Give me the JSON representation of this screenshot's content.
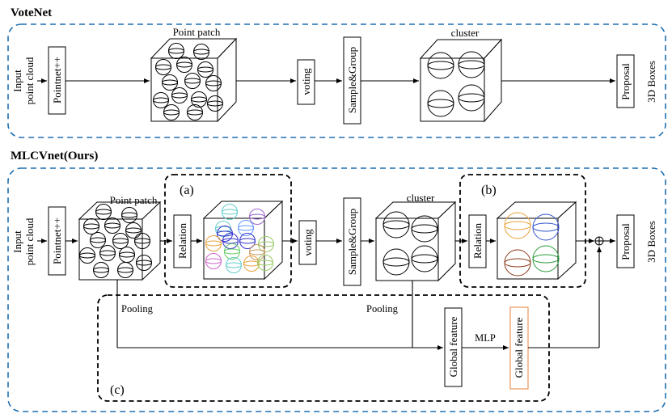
{
  "votenet": {
    "title": "VoteNet",
    "input_line1": "Input",
    "input_line2": "point cloud",
    "pointnet": "Pointnet++",
    "point_patch": "Point patch",
    "voting": "voting",
    "sample_group": "Sample&Group",
    "cluster": "cluster",
    "proposal": "Proposal",
    "boxes": "3D Boxes"
  },
  "mlcvnet": {
    "title": "MLCVnet(Ours)",
    "input_line1": "Input",
    "input_line2": "point cloud",
    "pointnet": "Pointnet++",
    "point_patch": "Point patch",
    "relation_a": "Relation",
    "label_a": "(a)",
    "voting": "voting",
    "sample_group": "Sample&Group",
    "cluster": "cluster",
    "relation_b": "Relation",
    "label_b": "(b)",
    "proposal": "Proposal",
    "boxes": "3D Boxes",
    "pooling1": "Pooling",
    "pooling2": "Pooling",
    "global_feature1": "Global feature",
    "mlp": "MLP",
    "global_feature2": "Global feature",
    "label_c": "(c)",
    "sum_symbol": "⊕"
  },
  "colors": {
    "outer_frame": "#1f6fb0",
    "module_frame": "#000000",
    "global_feature_out_border": "#e8823a",
    "relation_spheres_a": [
      "#66cccc",
      "#9966cc",
      "#e8a23a",
      "#3333cc",
      "#cc66cc",
      "#66cc66",
      "#6699ff",
      "#cc9966",
      "#99cc66",
      "#cc6699"
    ],
    "relation_spheres_b": [
      "#e8a23a",
      "#3355cc",
      "#8b3a1a",
      "#2a9a3a"
    ]
  }
}
